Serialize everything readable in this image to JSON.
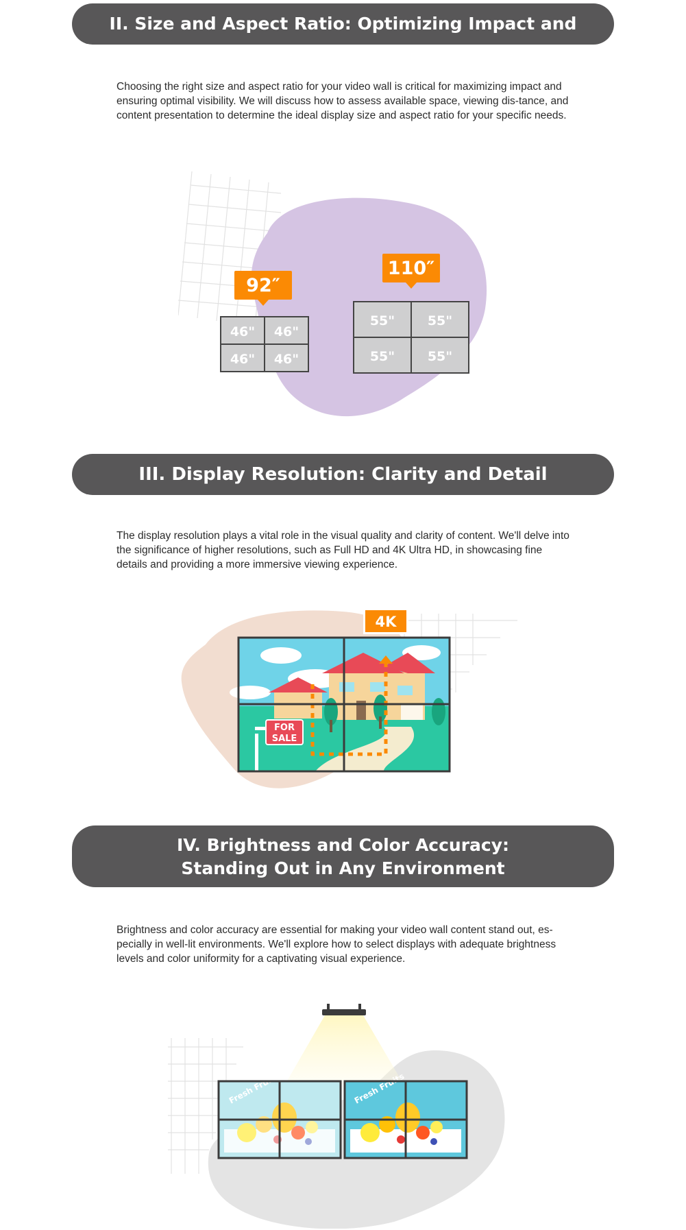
{
  "sections": [
    {
      "title": "II. Size and Aspect Ratio: Optimizing Impact and Visibility",
      "body": "Choosing the right size and aspect ratio for your video wall is critical for maximizing impact and ensuring optimal visibility. We will discuss how to assess available space, viewing dis-tance, and content presentation to determine the ideal display size and aspect ratio for your specific needs."
    },
    {
      "title": "III. Display Resolution: Clarity and Detail",
      "body": "The display resolution plays a vital role in the visual quality and clarity of content. We'll delve into the significance of higher resolutions, such as Full HD and 4K Ultra HD, in showcasing fine details and providing a more immersive viewing experience."
    },
    {
      "title_line1": "IV. Brightness and Color Accuracy:",
      "title_line2": "Standing Out in Any Environment",
      "body": "Brightness and color accuracy are essential for making your video wall content stand out, es-pecially in well-lit environments. We'll explore how to select displays with adequate brightness levels and color uniformity for a captivating visual experience."
    }
  ],
  "size_illustration": {
    "small_wall": {
      "total_label": "92″",
      "panel_label": "46\"",
      "panels": [
        "46\"",
        "46\"",
        "46\"",
        "46\""
      ]
    },
    "large_wall": {
      "total_label": "110″",
      "panel_label": "55\"",
      "panels": [
        "55\"",
        "55\"",
        "55\"",
        "55\""
      ]
    }
  },
  "resolution_illustration": {
    "badge": "4K",
    "sign_line1": "FOR",
    "sign_line2": "SALE"
  },
  "brightness_illustration": {
    "screen_text_left": "Fresh Fruits",
    "screen_text_right": "Fresh Fruits"
  },
  "colors": {
    "header_bg": "#585758",
    "accent_orange": "#fb8a04",
    "blob_purple": "#d5c4e3",
    "blob_peach": "#f2ddd0",
    "blob_gray": "#e4e4e4",
    "panel_gray": "#cfcfd0"
  }
}
